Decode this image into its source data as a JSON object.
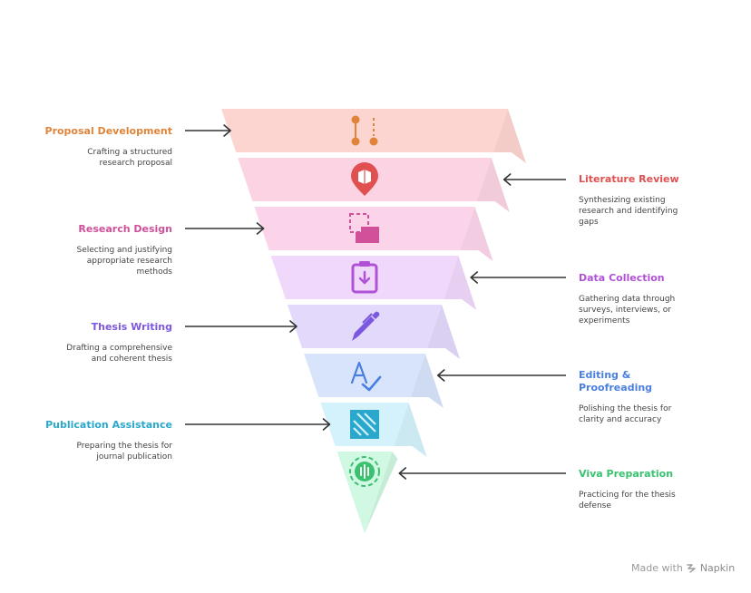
{
  "stages": [
    {
      "title": "Proposal Development",
      "desc": "Crafting a structured research proposal",
      "side": "left",
      "color": "#e0843a",
      "fill": "#fdd5d0",
      "icon": "branch-icon"
    },
    {
      "title": "Literature Review",
      "desc": "Synthesizing existing research and identifying gaps",
      "side": "right",
      "color": "#e05050",
      "fill": "#fcd3e3",
      "icon": "location-pin-icon"
    },
    {
      "title": "Research Design",
      "desc": "Selecting and justifying appropriate research methods",
      "side": "left",
      "color": "#d0509a",
      "fill": "#fcd4ea",
      "icon": "layout-icon"
    },
    {
      "title": "Data Collection",
      "desc": "Gathering data through surveys, interviews, or experiments",
      "side": "right",
      "color": "#b052d6",
      "fill": "#f0d8fb",
      "icon": "clipboard-download-icon"
    },
    {
      "title": "Thesis Writing",
      "desc": "Drafting a comprehensive and coherent thesis",
      "side": "left",
      "color": "#7c57e0",
      "fill": "#e3d9fb",
      "icon": "pen-icon"
    },
    {
      "title": "Editing & Proofreading",
      "desc": "Polishing the thesis for clarity and accuracy",
      "side": "right",
      "color": "#4a7fe0",
      "fill": "#d8e4fb",
      "icon": "spellcheck-icon"
    },
    {
      "title": "Publication Assistance",
      "desc": "Preparing the thesis for journal publication",
      "side": "left",
      "color": "#2aa8cc",
      "fill": "#d4f2fb",
      "icon": "publish-icon"
    },
    {
      "title": "Viva Preparation",
      "desc": "Practicing for the thesis defense",
      "side": "right",
      "color": "#3ac270",
      "fill": "#d0f8e2",
      "icon": "audio-wave-icon"
    }
  ],
  "footer": {
    "prefix": "Made with",
    "brand": "Napkin"
  }
}
